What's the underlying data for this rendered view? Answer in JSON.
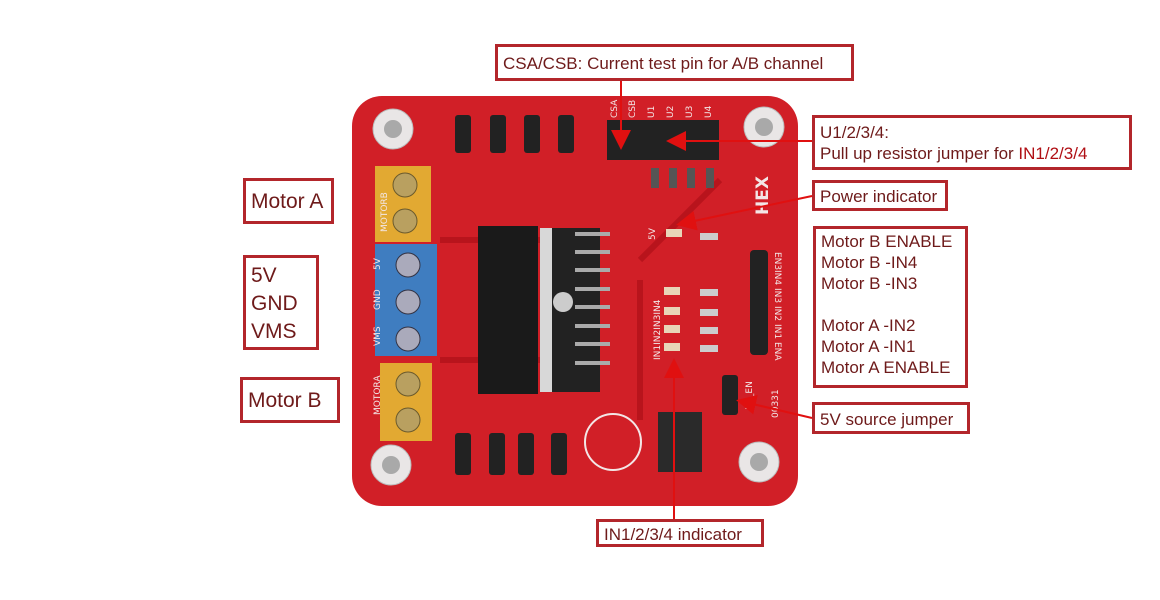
{
  "callouts": {
    "csa_csb": "CSA/CSB: Current test pin for A/B channel",
    "pullup_title": "U1/2/3/4:",
    "pullup_text": "Pull up resistor jumper for",
    "pullup_highlight": "IN1/2/3/4",
    "power_indicator": "Power indicator",
    "pins": [
      "Motor B ENABLE",
      "Motor B -IN4",
      "Motor B -IN3",
      "Motor A -IN2",
      "Motor A -IN1",
      "Motor A ENABLE"
    ],
    "source_jumper": "5V source jumper",
    "in_indicator": "IN1/2/3/4 indicator",
    "motor_a": "Motor A",
    "power_terminals": [
      "5V",
      "GND",
      "VMS"
    ],
    "motor_b": "Motor B"
  },
  "silkscreen": {
    "top_header": [
      "CSA",
      "CSB",
      "U1",
      "U2",
      "U3",
      "U4"
    ],
    "right_header": [
      "EN3",
      "IN4",
      "IN3",
      "IN2",
      "IN1",
      "ENA"
    ],
    "motorb": "MOTORB",
    "motora": "MOTORA",
    "v5": "5V",
    "gnd": "GND",
    "vms": "VMS",
    "led_5v": "5V",
    "in_leds": "IN1IN2IN3IN4",
    "brand": "HEX",
    "jumper": "5V_EN",
    "model": "00331"
  },
  "colors": {
    "board": "#d11f27",
    "callout_border": "#b3262b",
    "callout_text": "#6e1a1a",
    "arrow": "#e01010"
  }
}
